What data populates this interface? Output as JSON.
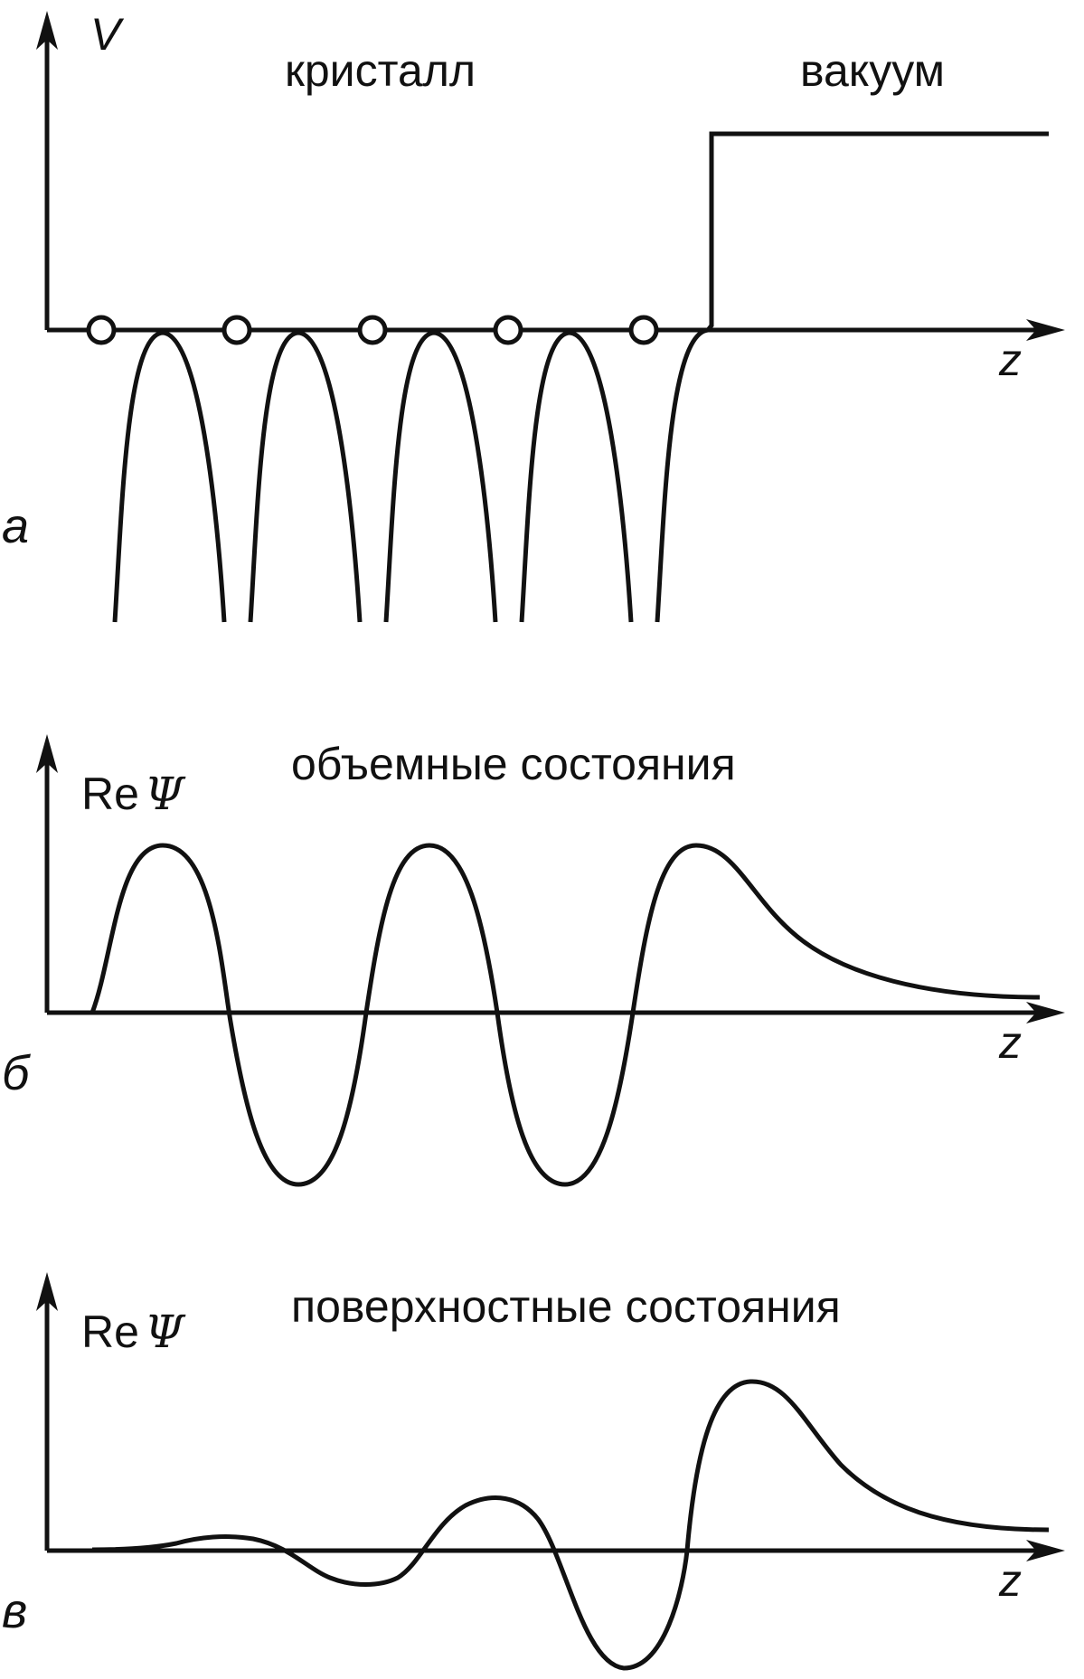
{
  "colors": {
    "stroke": "#111111",
    "background": "#ffffff"
  },
  "panel_a": {
    "letter": "а",
    "y_axis": "V",
    "x_axis": "z",
    "region_left": "кристалл",
    "region_right": "вакуум",
    "atom_count": 5
  },
  "panel_b": {
    "letter": "б",
    "y_axis": "Re",
    "y_axis_symbol": "Ψ",
    "x_axis": "z",
    "title": "объемные состояния"
  },
  "panel_c": {
    "letter": "в",
    "y_axis": "Re",
    "y_axis_symbol": "Ψ",
    "x_axis": "z",
    "title": "поверхностные состояния"
  }
}
